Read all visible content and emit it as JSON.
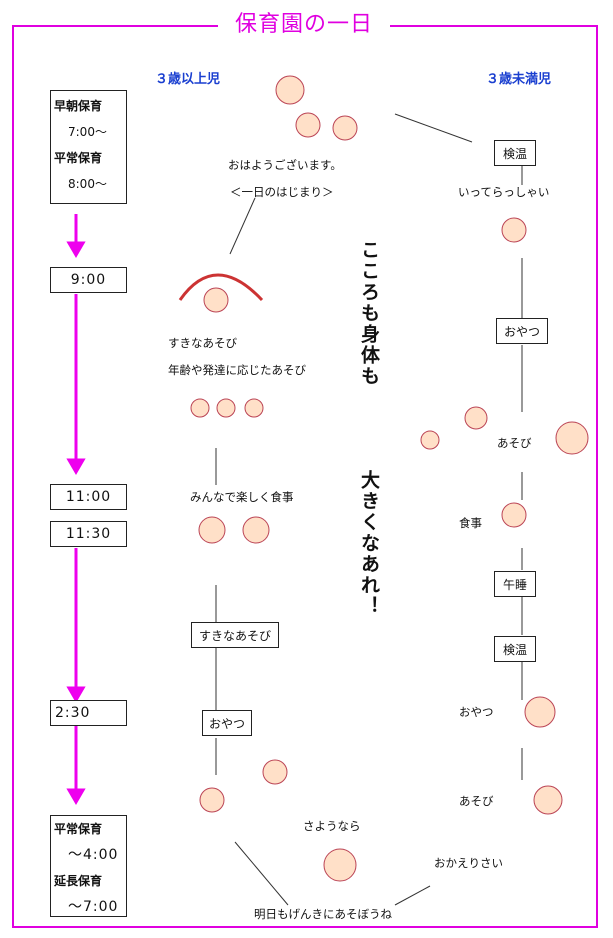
{
  "title": "保育園の一日",
  "headers": {
    "over3": "３歳以上児",
    "under3": "３歳未満児"
  },
  "times": {
    "early_label": "早朝保育",
    "early_time": "7:00～",
    "normal_label": "平常保育",
    "normal_time": "8:00～",
    "t900": "9:00",
    "t1100": "11:00",
    "t1130": "11:30",
    "t230": "2:30",
    "end_normal_label": "平常保育",
    "end_normal_time": "～4:00",
    "extended_label": "延長保育",
    "extended_time": "～7:00"
  },
  "over3": {
    "greeting": "おはようございます。",
    "start": "＜一日のはじまり＞",
    "free_play": "すきなあそび",
    "age_play": "年齢や発達に応じたあそび",
    "lunch": "みんなで楽しく食事",
    "free_play2": "すきなあそび",
    "snack": "おやつ",
    "goodbye": "さようなら"
  },
  "under3": {
    "health_check": "検温",
    "welcome": "いってらっしゃい",
    "snack": "おやつ",
    "play": "あそび",
    "meal": "食事",
    "nap": "午睡",
    "health_check2": "検温",
    "snack2": "おやつ",
    "play2": "あそび"
  },
  "slogan": {
    "line1": "こころも身体も",
    "line2": "大きくなあれ！"
  },
  "farewell": {
    "welcome_back": "おかえりさい",
    "tomorrow": "明日もげんきにあそぼうね"
  },
  "colors": {
    "accent": "#e000e0",
    "header": "#1a3fd0"
  }
}
